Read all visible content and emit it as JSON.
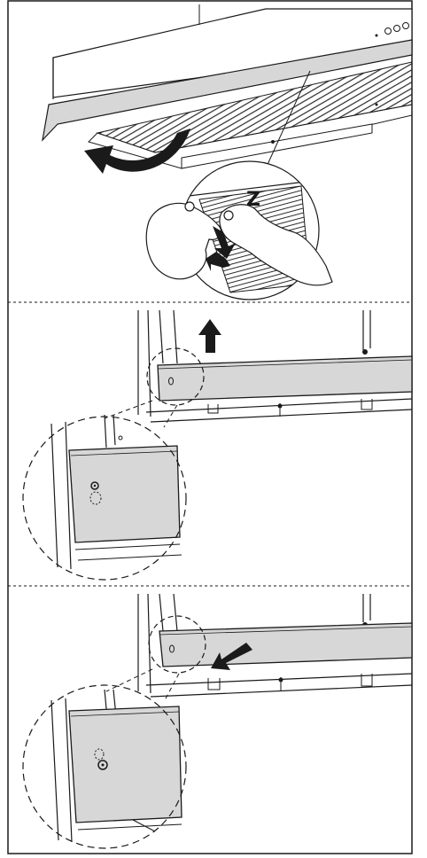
{
  "figure": {
    "panels": [
      {
        "id": "filter-removal",
        "callout_letter": "Z"
      },
      {
        "id": "strip-lift"
      },
      {
        "id": "strip-pull"
      }
    ],
    "colors": {
      "line": "#1a1a1a",
      "panel_fill": "#d7d7d7",
      "hatch": "#2a2a2a",
      "background": "#ffffff"
    },
    "icons": [
      "curved-arrow-icon",
      "arrow-up-icon",
      "arrow-down-left-icon",
      "screw-icon",
      "hands-icon"
    ]
  }
}
